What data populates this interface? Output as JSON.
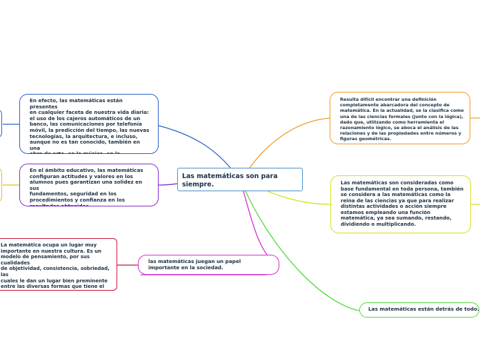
{
  "central": {
    "text": "Las matemáticas son para\nsiempre."
  },
  "topics": {
    "blue": {
      "text": "En efecto, las matemáticas están presentes\nen cualquier faceta de nuestra vida diaria:\nel uso de los cajeros automáticos de un\nbanco, las comunicaciones por telefonía\nmóvil, la predicción del tiempo, las nuevas\ntecnologías, la arquitectura, e incluso,\naunque no es tan conocido, también en una\nobra de arte, en la música, en la publicidad,\nen el cine o en la lectura de un libro.",
      "color": "#2a5fc9"
    },
    "purple": {
      "text": "En el ámbito educativo, las matemáticas\nconfiguran actitudes y valores en los\nalumnos pues garantizan una solidez en sus\nfundamentos, seguridad en los\nprocedimientos y confianza en los\nresultados obtenidos.",
      "color": "#7d2ec8"
    },
    "magenta": {
      "text": "las matemáticas juegan un papel\nimportante en la sociedad.",
      "color": "#d22ec8"
    },
    "red": {
      "text": "La matemática ocupa un lugar muy\nimportante en nuestra cultura. Es un\nmodelo de pensamiento, por sus cualidades\nde objetividad, consistencia, sobriedad, las\ncuales le dan un lugar bien preminente\nentre las diversas formas que tiene el\npensamiento humano de arrostrar los\nproblemas con los que se enfrenta.",
      "color": "#c4163a"
    },
    "orange": {
      "text": "Resulta difícil encontrar una definición\ncompletamente abarcadora del concepto de\nmatemática. En la actualidad, se la clasifica como\nuna de las ciencias formales (junto con la lógica),\ndado que, utilizando como herramienta el\nrazonamiento lógico, se aboca el análisis de las\nrelaciones y de las propiedades entre números y\nfiguras geométricas.",
      "color": "#ef9b26"
    },
    "yellow": {
      "text": "Las matemáticas son consideradas como\nbase fundamental en toda persona, también\nse considera a las matemáticas como la\nreina de las ciencias ya que para realizar\ndistintas actividades o acción siempre\nestamos empleando una función\nmatemática, ya sea sumando, restando,\ndividiendo o multiplicando.",
      "color": "#d6df22"
    },
    "green": {
      "text": "Las matemáticas están detrás de todo.",
      "color": "#53d63d"
    }
  },
  "offscreen_stubs": {
    "blue_color": "#2a5fc9",
    "yellow_color": "#efb21f",
    "orange_color": "#ef9b26"
  }
}
